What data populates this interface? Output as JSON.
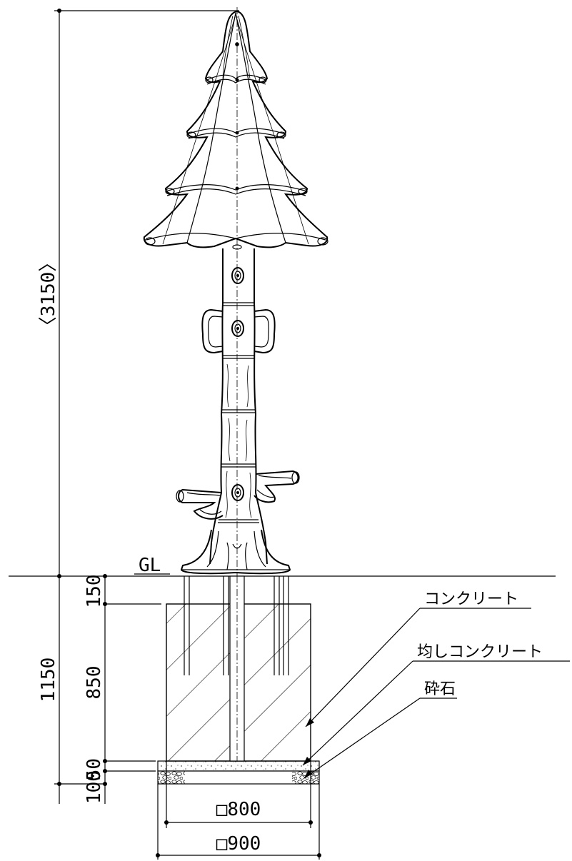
{
  "dimensions": {
    "total_height": "〈3150〉",
    "depth_total": "1150",
    "depth_top": "150",
    "depth_concrete": "850",
    "depth_leveling": "50",
    "depth_gravel": "100",
    "width_inner": "□800",
    "width_outer": "□900"
  },
  "labels": {
    "ground_level": "GL",
    "concrete": "コンクリート",
    "leveling_concrete": "均しコンクリート",
    "gravel": "砕石"
  }
}
